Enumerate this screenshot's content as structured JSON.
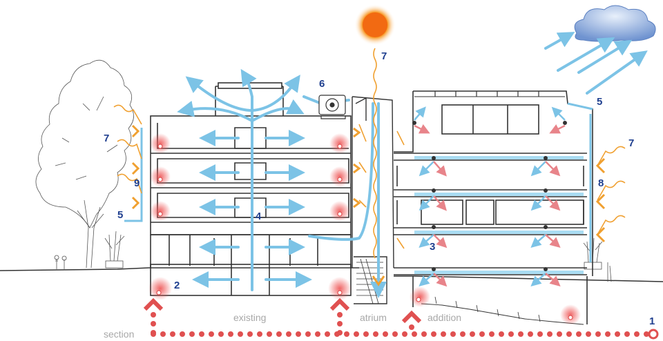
{
  "labels": {
    "section": "section",
    "existing": "existing",
    "atrium": "atrium",
    "addition": "addition"
  },
  "markers": {
    "n1": "1",
    "n2": "2",
    "n3": "3",
    "n4": "4",
    "n5_left": "5",
    "n5_right": "5",
    "n6": "6",
    "n7_sun": "7",
    "n7_left": "7",
    "n7_right": "7",
    "n8": "8",
    "n9": "9"
  },
  "colors": {
    "number": "#1f3f8f",
    "air": "#7cc3e6",
    "warm_air": "#e8848a",
    "solar": "#f0a030",
    "radiant": "#e05050",
    "label_grey": "#a8a8a8",
    "line": "#333333"
  },
  "icons": [
    "sun-icon",
    "cloud-icon",
    "tree-icon",
    "fan-icon",
    "radiant-heat-icon",
    "stair-icon"
  ]
}
